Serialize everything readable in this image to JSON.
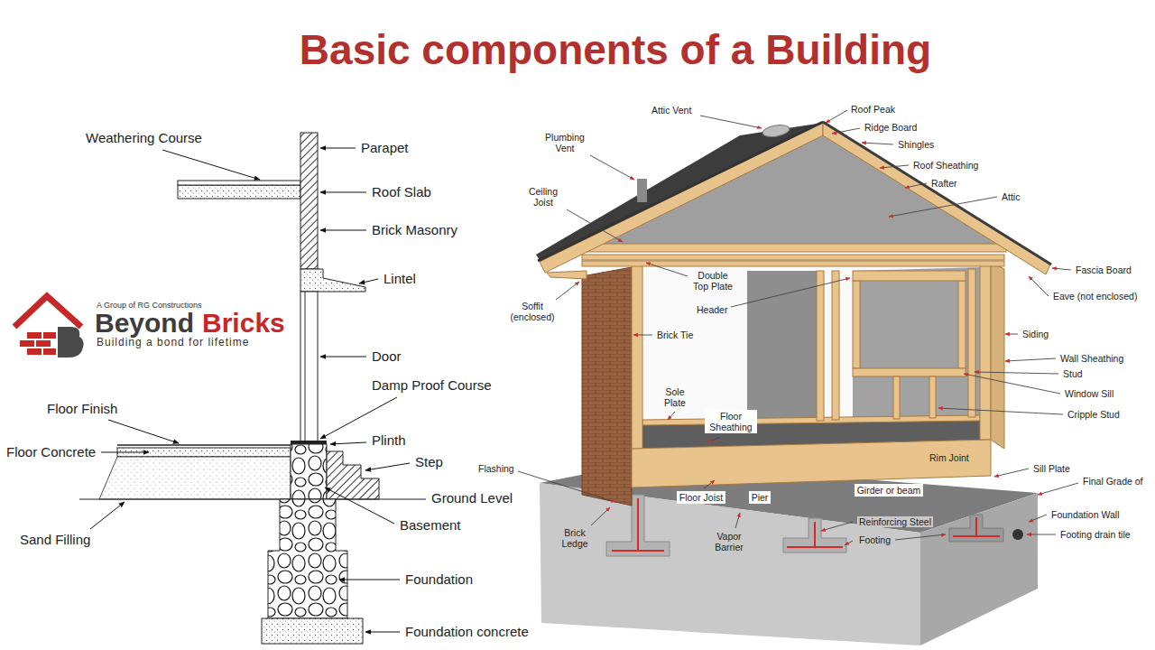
{
  "diagram": {
    "title": "Basic components of a Building",
    "labels": [
      "Weathering Course",
      "Parapet",
      "Roof Slab",
      "Brick Masonry",
      "Lintel",
      "Door",
      "Damp Proof Course",
      "Floor Finish",
      "Plinth",
      "Floor Concrete",
      "Step",
      "Ground Level",
      "Sand Filling",
      "Basement",
      "Foundation",
      "Foundation concrete",
      "A Group of RG Constructions",
      "Beyond",
      "Bricks",
      "Building a bond for lifetime",
      "Attic Vent",
      "Roof Peak",
      "Ridge Board",
      "Shingles",
      "Plumbing Vent",
      "Roof Sheathing",
      "Rafter",
      "Ceiling Joist",
      "Attic",
      "Double Top Plate",
      "Fascia Board",
      "Eave (not enclosed)",
      "Soffit (enclosed)",
      "Header",
      "Brick Tie",
      "Siding",
      "Wall Sheathing",
      "Stud",
      "Window Sill",
      "Sole Plate",
      "Floor Sheathing",
      "Cripple Stud",
      "Rim Joint",
      "Flashing",
      "Sill Plate",
      "Final Grade of",
      "Floor Joist",
      "Pier",
      "Girder or beam",
      "Foundation Wall",
      "Footing drain tile",
      "Brick Ledge",
      "Reinforcing Steel",
      "Vapor Barrier",
      "Footing"
    ]
  }
}
